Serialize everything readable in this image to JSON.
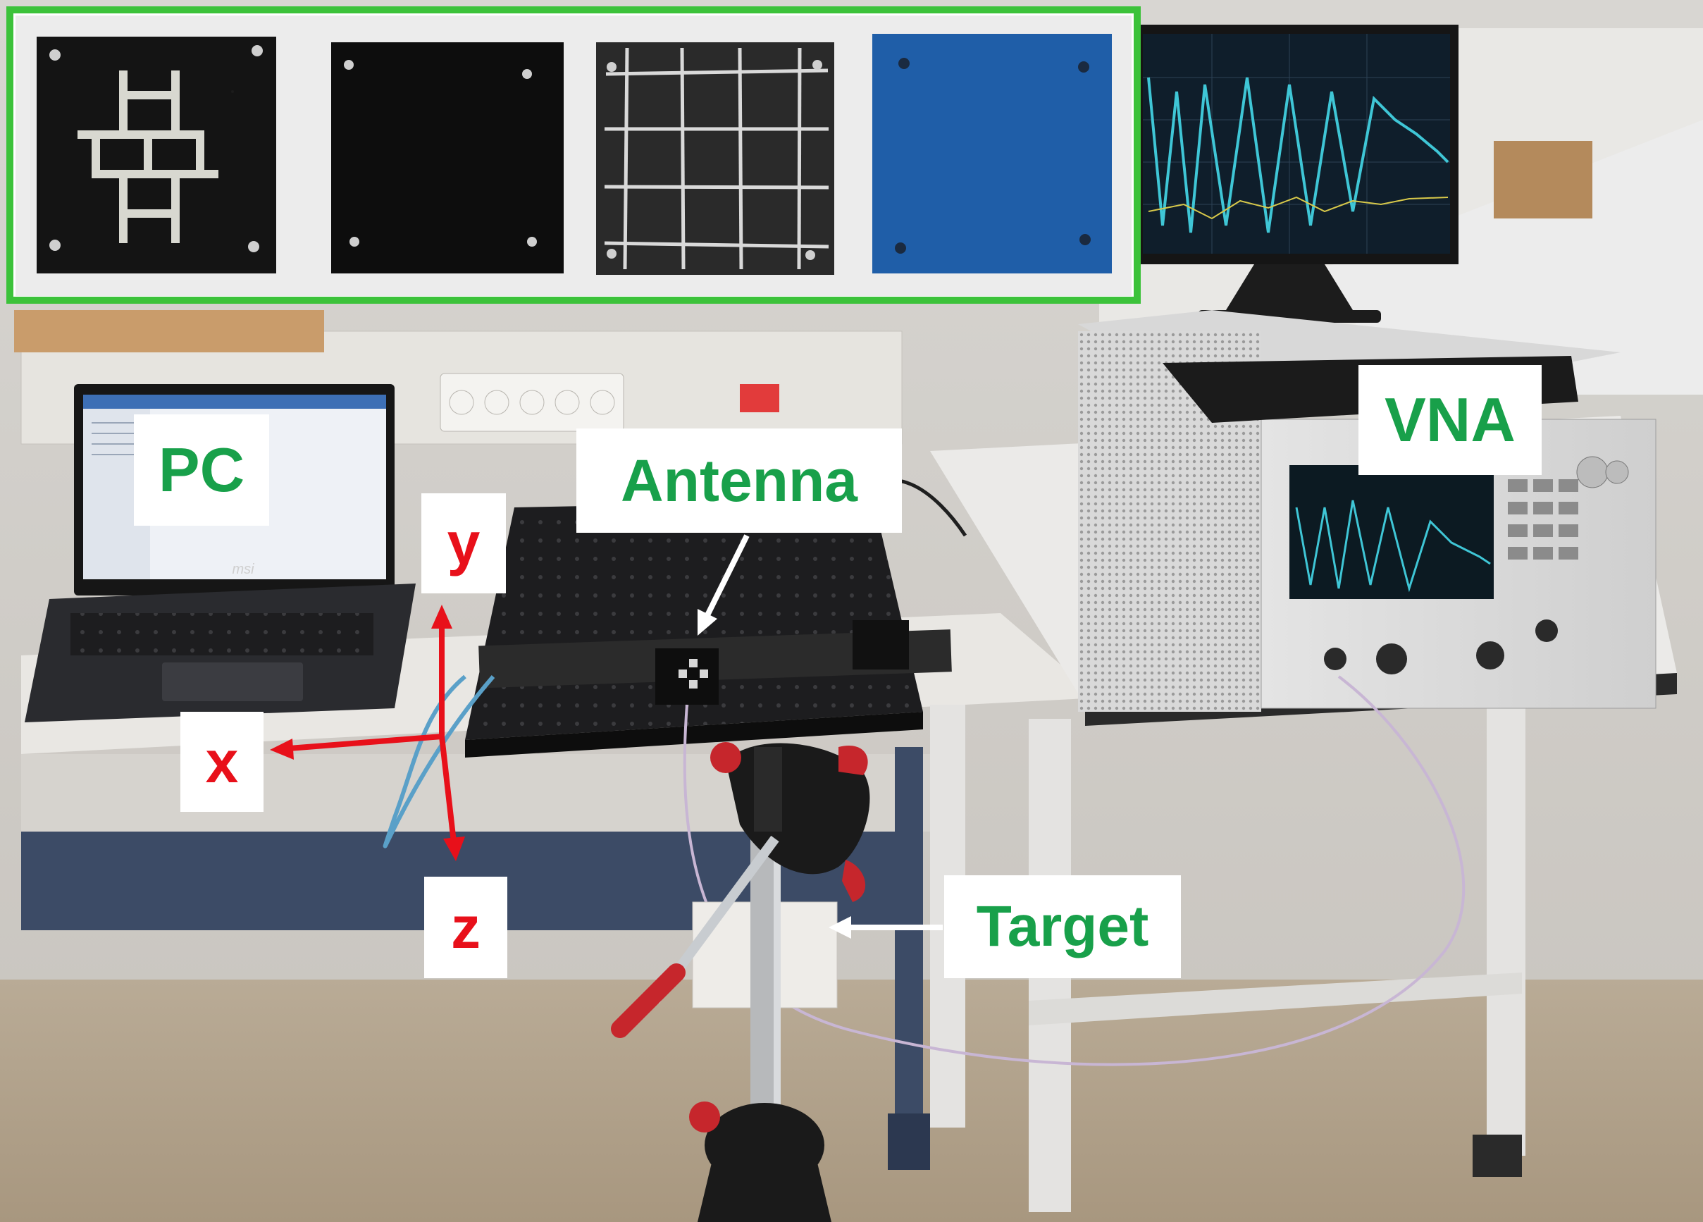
{
  "labels": {
    "pc": "PC",
    "antenna": "Antenna",
    "vna": "VNA",
    "target": "Target",
    "x": "x",
    "y": "y",
    "z": "z"
  },
  "laptop_brand": "msi",
  "colors": {
    "label_green": "#18a04a",
    "axis_red": "#e8101a",
    "inset_border": "#3cc23a",
    "arrow_white": "#ffffff",
    "blue_sample": "#1f5ea8"
  }
}
